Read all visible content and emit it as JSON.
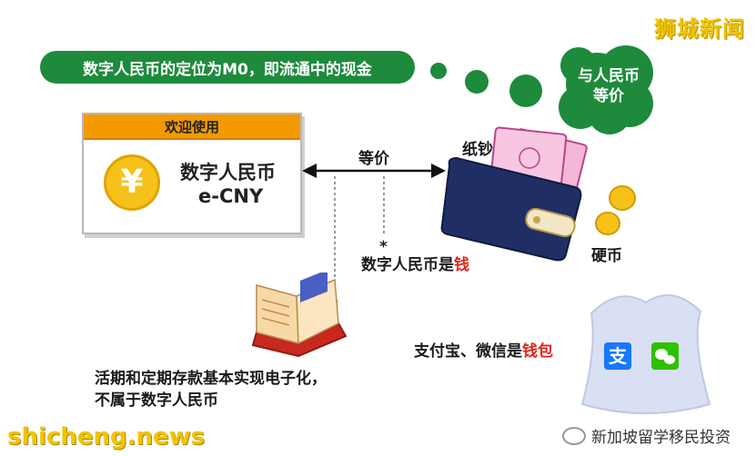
{
  "watermark_top": "狮城新闻",
  "banner": "数字人民币的定位为M0，即流通中的现金",
  "thought_bubble": {
    "line1": "与人民币",
    "line2": "等价"
  },
  "card": {
    "header": "欢迎使用",
    "symbol": "¥",
    "title": "数字人民币",
    "subtitle": "e-CNY"
  },
  "arrow_label": "等价",
  "banknote_label": "纸钞",
  "coin_label": "硬币",
  "ecny_money": {
    "prefix": "数字人民币是",
    "highlight": "钱"
  },
  "wallet_statement": {
    "prefix": "支付宝、微信是",
    "highlight": "钱包"
  },
  "deposit_statement": {
    "line1": "活期和定期存款基本实现电子化，",
    "line2": "不属于数字人民币"
  },
  "star": "*",
  "watermark_bottom_left": "shicheng.news",
  "watermark_bottom_right": "新加坡留学移民投资",
  "colors": {
    "banner_green": "#1e8a3c",
    "card_orange": "#f39a00",
    "coin_gold": "#f6c21a",
    "accent_red": "#e0261c",
    "wallet_navy": "#1f2f66"
  }
}
